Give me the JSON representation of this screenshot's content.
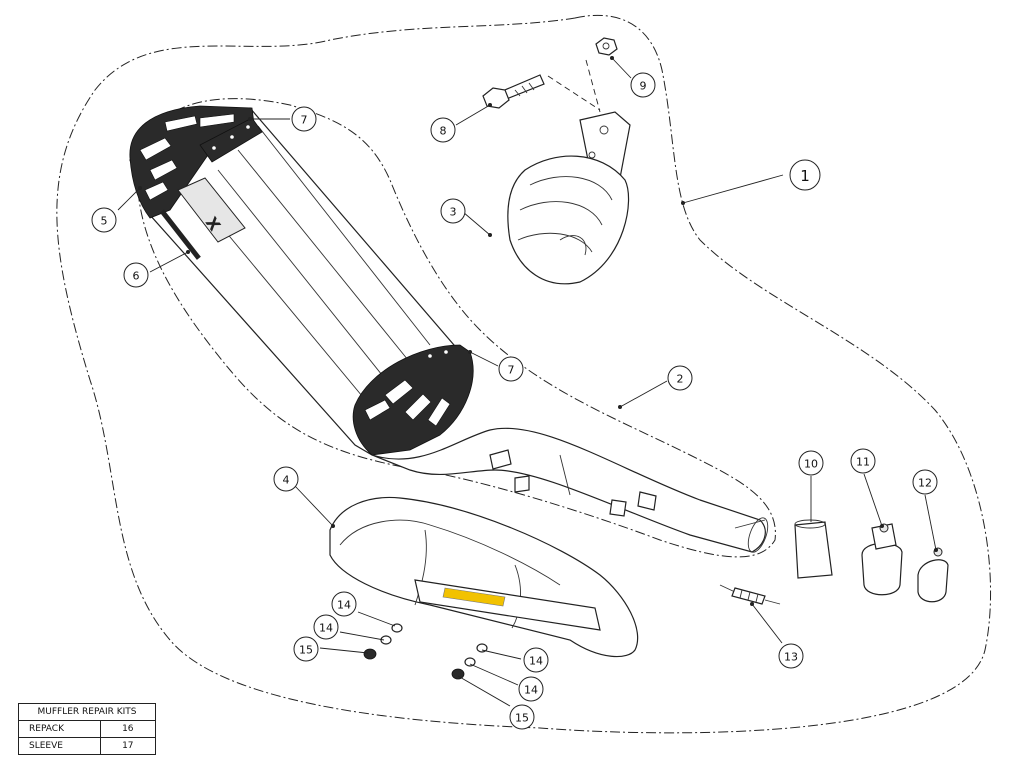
{
  "callouts": [
    {
      "id": "c1",
      "label": "1"
    },
    {
      "id": "c2",
      "label": "2"
    },
    {
      "id": "c3",
      "label": "3"
    },
    {
      "id": "c4",
      "label": "4"
    },
    {
      "id": "c5",
      "label": "5"
    },
    {
      "id": "c6",
      "label": "6"
    },
    {
      "id": "c7a",
      "label": "7"
    },
    {
      "id": "c7b",
      "label": "7"
    },
    {
      "id": "c8",
      "label": "8"
    },
    {
      "id": "c9",
      "label": "9"
    },
    {
      "id": "c10",
      "label": "10"
    },
    {
      "id": "c11",
      "label": "11"
    },
    {
      "id": "c12",
      "label": "12"
    },
    {
      "id": "c13",
      "label": "13"
    },
    {
      "id": "c14a",
      "label": "14"
    },
    {
      "id": "c14b",
      "label": "14"
    },
    {
      "id": "c14c",
      "label": "14"
    },
    {
      "id": "c14d",
      "label": "14"
    },
    {
      "id": "c15a",
      "label": "15"
    },
    {
      "id": "c15b",
      "label": "15"
    }
  ],
  "repair_kits": {
    "title": "MUFFLER REPAIR KITS",
    "rows": [
      {
        "label": "REPACK",
        "value": "16"
      },
      {
        "label": "SLEEVE",
        "value": "17"
      }
    ]
  }
}
